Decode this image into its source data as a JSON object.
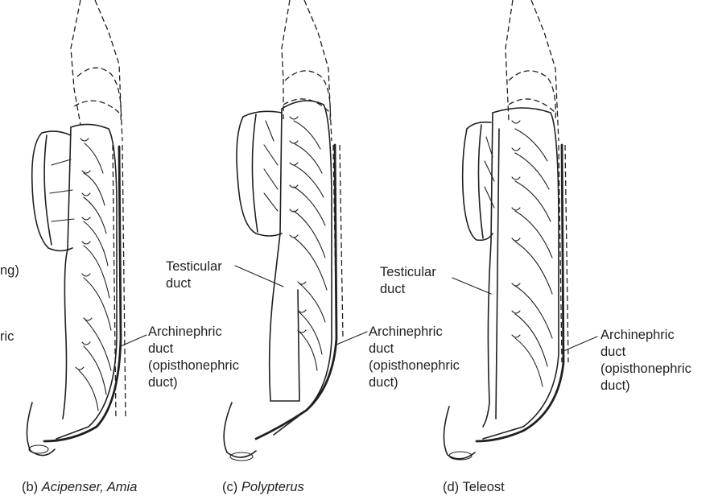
{
  "panels": {
    "b": {
      "caption_prefix": "(b)",
      "caption_italic": "Acipenser, Amia",
      "archinephric": [
        "Archinephric",
        "duct",
        "(opisthonephric",
        "duct)"
      ],
      "cut_left_1": "ng)",
      "cut_left_2": "ric"
    },
    "c": {
      "caption_prefix": "(c)",
      "caption_italic": "Polypterus",
      "testicular": [
        "Testicular",
        "duct"
      ],
      "archinephric": [
        "Archinephric",
        "duct",
        "(opisthonephric",
        "duct)"
      ]
    },
    "d": {
      "caption": "(d) Teleost",
      "testicular": [
        "Testicular",
        "duct"
      ],
      "archinephric": [
        "Archinephric",
        "duct",
        "(opisthonephric",
        "duct)"
      ]
    }
  }
}
